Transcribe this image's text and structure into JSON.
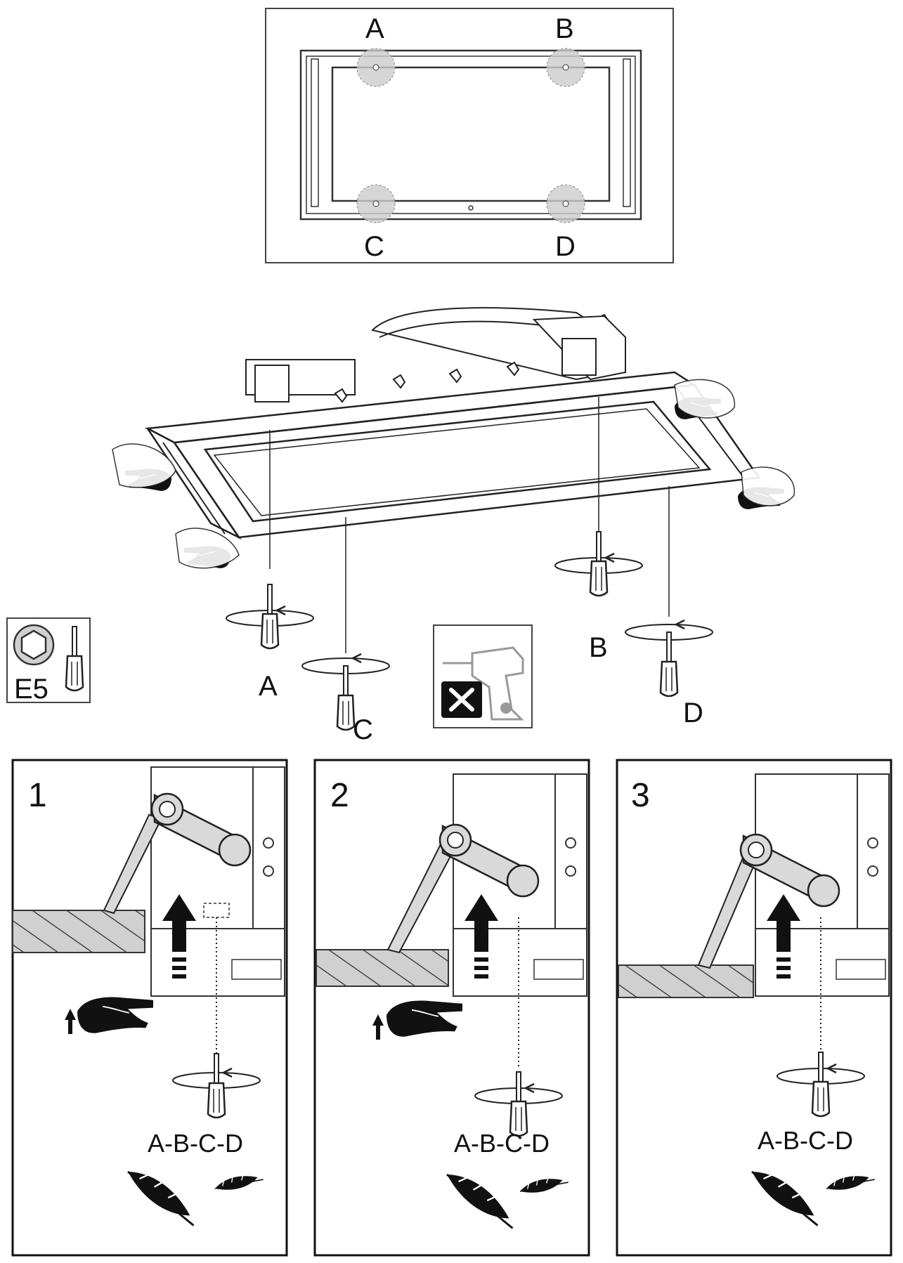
{
  "top_view": {
    "labels": {
      "a": "A",
      "b": "B",
      "c": "C",
      "d": "D"
    }
  },
  "install_view": {
    "labels": {
      "a": "A",
      "b": "B",
      "c": "C",
      "d": "D"
    },
    "tool_box": {
      "label": "E5",
      "icons": [
        "hex-socket-icon",
        "screwdriver-icon"
      ]
    },
    "warning_box": {
      "icons": [
        "cordless-drill-icon",
        "prohibited-x-icon"
      ]
    }
  },
  "steps": [
    {
      "number": "1",
      "sequence_label": "A-B-C-D"
    },
    {
      "number": "2",
      "sequence_label": "A-B-C-D"
    },
    {
      "number": "3",
      "sequence_label": "A-B-C-D"
    }
  ]
}
